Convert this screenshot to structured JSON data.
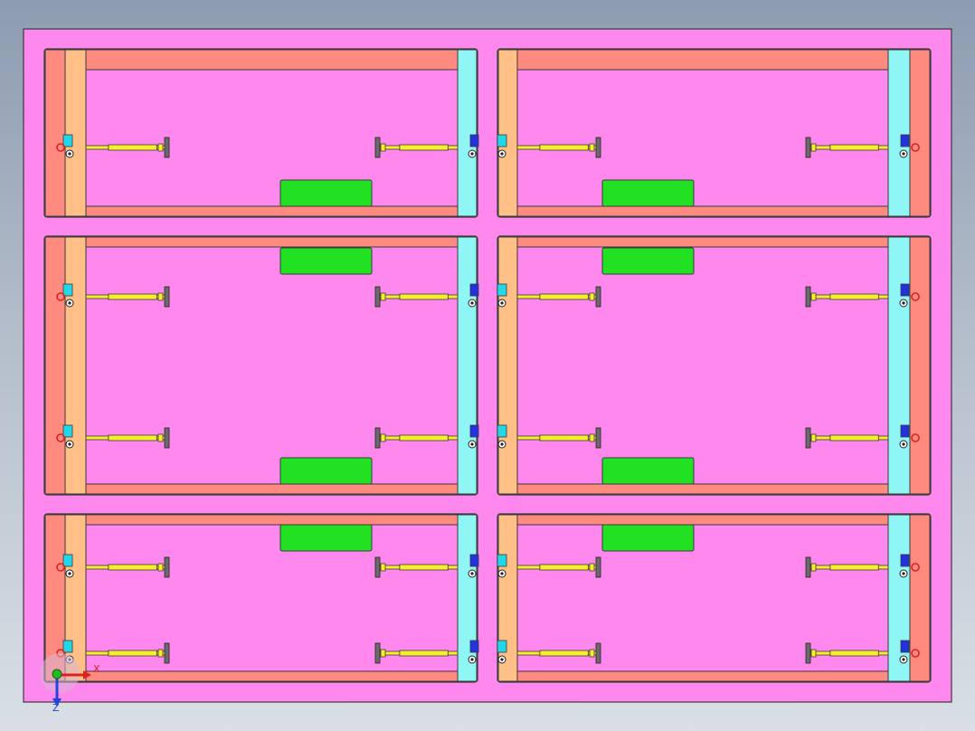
{
  "scene": {
    "kind": "cad-assembly-top-view",
    "bay_grid": {
      "rows": 3,
      "columns": 2
    },
    "colors": {
      "outer_frame": "#ff88ee",
      "beam": "#ff8a80",
      "left_post": "#ffbf86",
      "right_post": "#8ff5f5",
      "block": "#22e022",
      "rod": "#f5ee2a",
      "rod_stop": "#6b6b6b",
      "sensor_cyan": "#22d8e8",
      "sensor_blue": "#2233dd",
      "marker_red": "#dd2020",
      "outline": "#3a3a3a"
    }
  },
  "axes": {
    "x_label": "X",
    "z_label": "Z",
    "x_color": "#e02020",
    "z_color": "#2244dd",
    "y_color": "#22bb22"
  }
}
